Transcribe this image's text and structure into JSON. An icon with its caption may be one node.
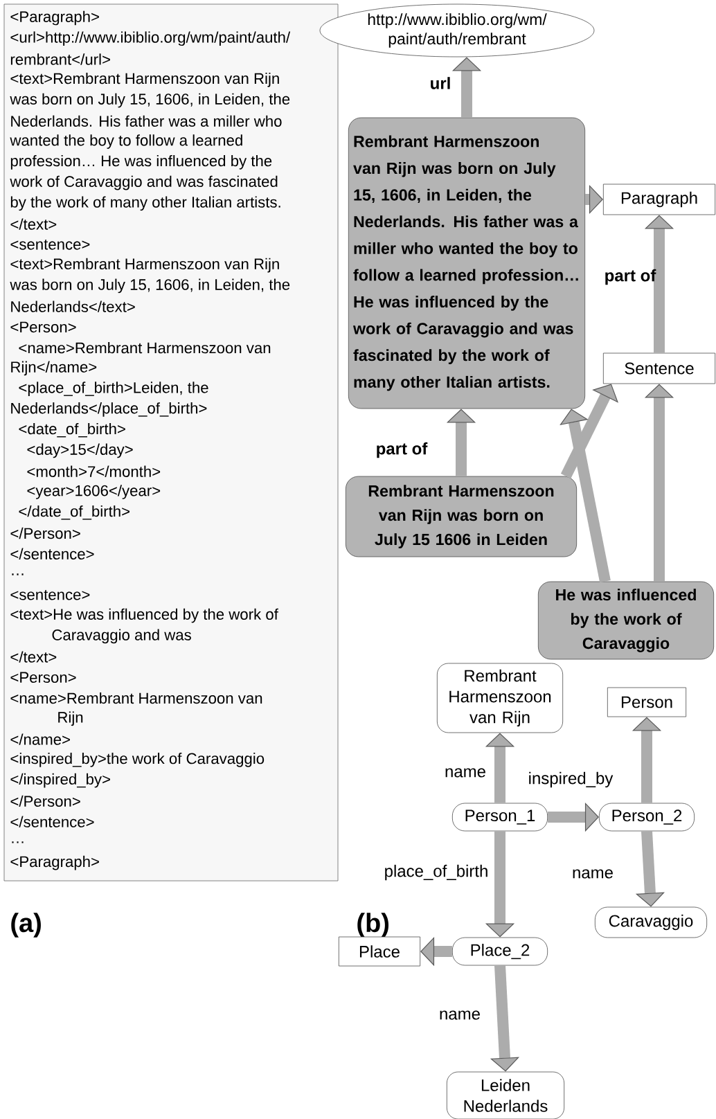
{
  "diagram": {
    "nodes": [
      {
        "text": [
          "http://www.ibiblio.org/wm/ paint/auth/rembrant"
        ]
      },
      {
        "text": [
          "Rembrant Harmenszoon van Rijn was born on July 15, 1606, in Leiden, the Nederlands. His father was a miller who wanted the boy to follow a learned profession… He was influenced by the work of Caravaggio and was fascinated by the work of many other Italian artists."
        ]
      },
      {
        "text": [
          "Paragraph"
        ]
      },
      {
        "text": [
          "Sentence"
        ]
      },
      {
        "text": [
          "Rembrant Harmenszoon van Rijn was born on July 15 1606 in Leiden"
        ]
      },
      {
        "text": [
          "He was influenced by the work of Caravaggio"
        ]
      },
      {
        "text": [
          "Rembrant Harmenszoon van Rijn"
        ]
      },
      {
        "text": [
          "Person"
        ]
      },
      {
        "text": [
          "Person_1"
        ]
      },
      {
        "text": [
          "Person_2"
        ]
      },
      {
        "text": [
          "Caravaggio"
        ]
      },
      {
        "text": [
          "Place"
        ]
      },
      {
        "text": [
          "Place_2"
        ]
      },
      {
        "text": [
          "Leiden Nederlands"
        ]
      }
    ],
    "edges": [
      {
        "from": 1,
        "to": 0,
        "arrow": "to",
        "label": "url"
      },
      {
        "from": 1,
        "to": 2,
        "arrow": "to"
      },
      {
        "from": 3,
        "to": 2,
        "arrow": "to",
        "label": "part of"
      },
      {
        "from": 4,
        "to": 1,
        "arrow": "to",
        "label": "part of"
      },
      {
        "from": 4,
        "to": 3,
        "arrow": "to"
      },
      {
        "from": 5,
        "to": 1,
        "arrow": "to"
      },
      {
        "from": 5,
        "to": 3,
        "arrow": "to"
      },
      {
        "from": 8,
        "to": 6,
        "arrow": "to",
        "label": "name"
      },
      {
        "from": 8,
        "to": 9,
        "arrow": "to",
        "label": "inspired_by"
      },
      {
        "from": 9,
        "to": 7,
        "arrow": "to"
      },
      {
        "from": 8,
        "to": 12,
        "arrow": "to",
        "label": "place_of_birth"
      },
      {
        "from": 9,
        "to": 10,
        "arrow": "to",
        "label": "name"
      },
      {
        "from": 12,
        "to": 11,
        "arrow": "to"
      },
      {
        "from": 12,
        "to": 13,
        "arrow": "to",
        "label": "name"
      }
    ],
    "labels": [
      "<Paragraph>",
      "<url>http://www.ibiblio.org/wm/paint/auth/",
      "rembrant</url>",
      "<text>Rembrant Harmenszoon van Rijn",
      "was born on July 15, 1606, in Leiden, the",
      "Nederlands. His father was a miller who",
      "wanted the boy to follow a learned",
      "profession… He was influenced by the",
      "work of Caravaggio and was fascinated",
      "by the work of many other Italian artists.",
      "</text>",
      "<sentence>",
      "<text>Rembrant Harmenszoon van Rijn",
      "was born on July 15, 1606, in Leiden, the",
      "Nederlands</text>",
      "<Person>",
      "<name>Rembrant Harmenszoon van",
      "Rijn</name>",
      "<place_of_birth>Leiden, the",
      "Nederlands</place_of_birth>",
      "<date_of_birth>",
      "<day>15</day>",
      "<month>7</month>",
      "<year>1606</year>",
      "</date_of_birth>",
      "</Person>",
      "</sentence>",
      "…",
      "<sentence>",
      "<text>He was influenced by the work of",
      "Caravaggio and was",
      "</text>",
      "<Person>",
      "<name>Rembrant Harmenszoon van",
      "Rijn",
      "</name>",
      "<inspired_by>the work of Caravaggio",
      "</inspired_by>",
      "</Person>",
      "</sentence>",
      "…",
      "<Paragraph>",
      "(a)",
      "(b)"
    ]
  }
}
